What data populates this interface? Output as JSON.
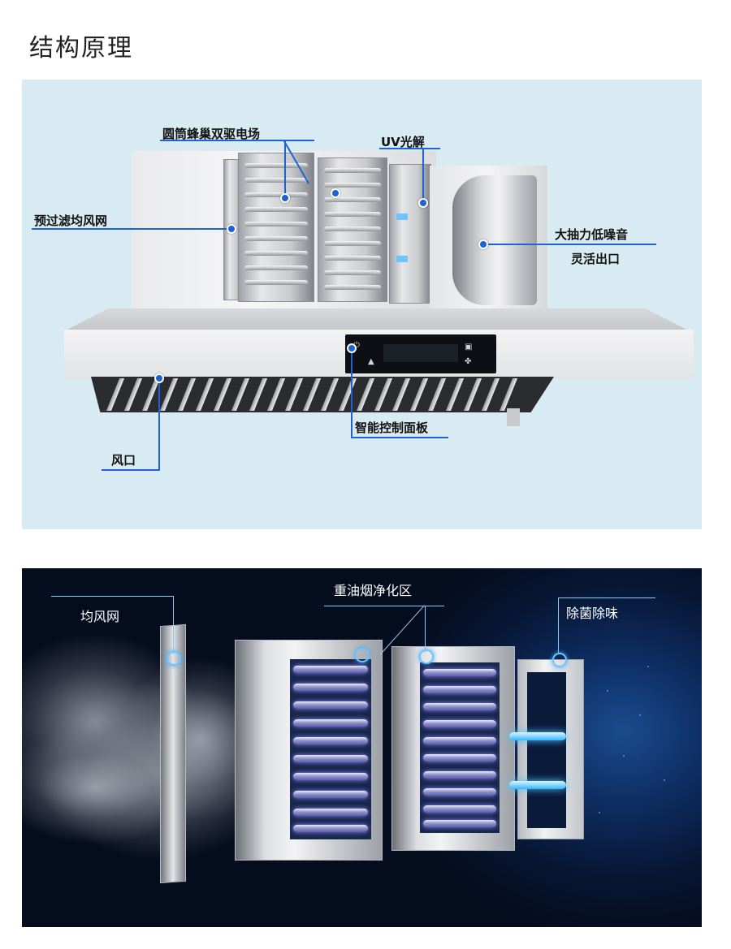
{
  "title": "结构原理",
  "top_panel": {
    "labels": {
      "honeycomb": "圆筒蜂巢双驱电场",
      "uv": "UV光解",
      "prefilter": "预过滤均风网",
      "fan_line1": "大抽力低噪音",
      "fan_line2": "灵活出口",
      "control_panel": "智能控制面板",
      "vent": "风口"
    },
    "colors": {
      "background": "#d8eaf2",
      "callout": "#1f63d2"
    }
  },
  "bottom_panel": {
    "labels": {
      "mesh": "均风网",
      "oil_zone": "重油烟净化区",
      "sterilize": "除菌除味"
    },
    "colors": {
      "background": "#071633",
      "callout": "#8fcaf0",
      "uv_glow": "#35b7ff"
    }
  }
}
